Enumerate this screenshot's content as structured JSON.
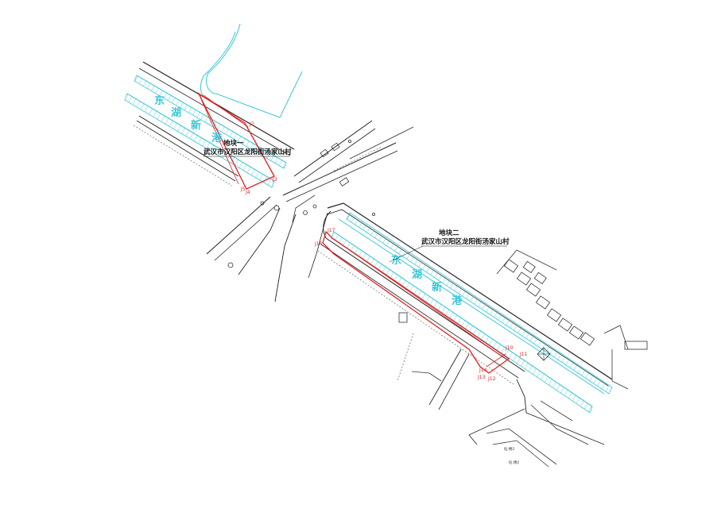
{
  "parcel1": {
    "title": "地块一",
    "subtitle": "武汉市汉阳区龙阳街汤家山村",
    "points": [
      "J2",
      "J3",
      "J4",
      "J5"
    ]
  },
  "parcel2": {
    "title": "地块二",
    "subtitle": "武汉市汉阳区龙阳街汤家山村",
    "points": [
      "J16",
      "J17",
      "J10",
      "J11",
      "J14",
      "J13",
      "J12"
    ]
  },
  "canal": {
    "chars": [
      "东",
      "湖",
      "新",
      "港"
    ]
  },
  "buildings": {
    "label1": "砼.楼2",
    "label2": "砼.楼2"
  },
  "colors": {
    "boundary": "#e02020",
    "water": "#39c6d6",
    "road": "#222222"
  }
}
